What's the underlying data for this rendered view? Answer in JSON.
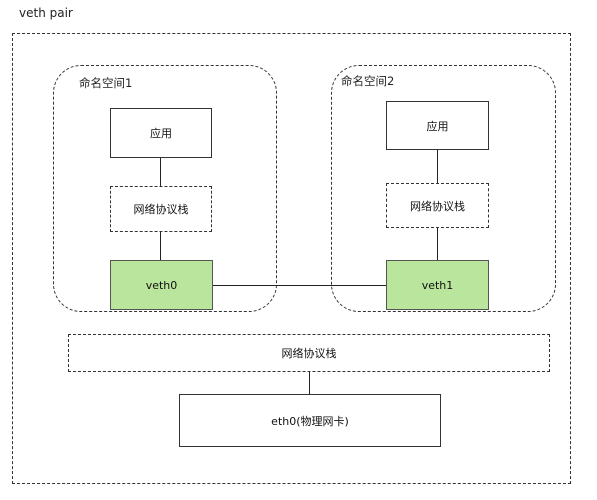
{
  "title": "veth pair",
  "namespace1": {
    "label": "命名空间1",
    "app": "应用",
    "stack": "网络协议栈",
    "veth": "veth0"
  },
  "namespace2": {
    "label": "命名空间2",
    "app": "应用",
    "stack": "网络协议栈",
    "veth": "veth1"
  },
  "host": {
    "stack": "网络协议栈",
    "nic": "eth0(物理网卡)"
  },
  "colors": {
    "veth_fill": "#b9e59c",
    "border": "#333333"
  }
}
